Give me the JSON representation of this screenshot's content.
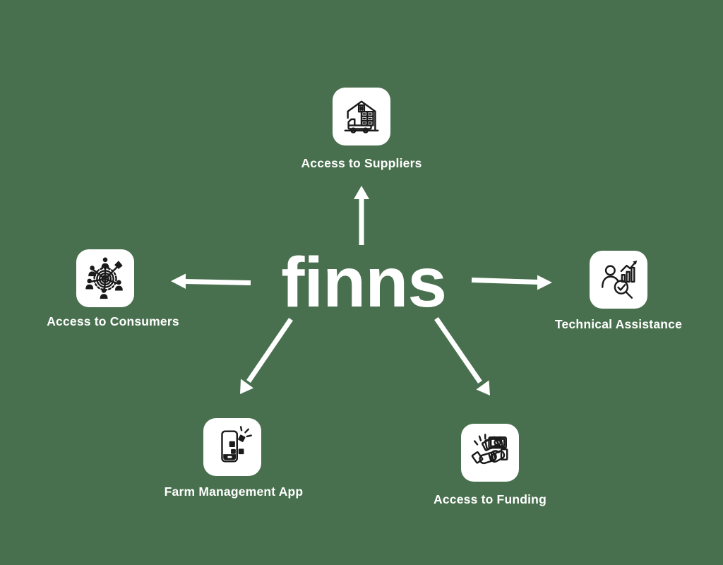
{
  "brand": {
    "text": "finns"
  },
  "nodes": {
    "suppliers": {
      "label": "Access to Suppliers",
      "icon": "warehouse-truck-icon"
    },
    "consumers": {
      "label": "Access to Consumers",
      "icon": "target-audience-icon"
    },
    "technical": {
      "label": "Technical Assistance",
      "icon": "analyst-chart-magnifier-icon"
    },
    "farm_app": {
      "label": "Farm Management App",
      "icon": "smartphone-apps-icon"
    },
    "funding": {
      "label": "Access to Funding",
      "icon": "handshake-money-icon"
    }
  },
  "icons": {
    "dollar_glyph": "$"
  },
  "colors": {
    "background": "#48704E",
    "card": "#FFFFFF",
    "icon_line": "#1A1A1A",
    "text": "#FFFFFF",
    "arrow": "#FFFFFF"
  }
}
